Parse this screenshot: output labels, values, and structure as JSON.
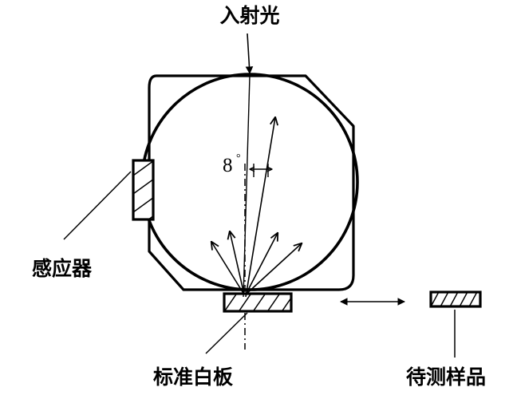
{
  "figure": {
    "title": "8-degree diffuse integrating sphere measurement schematic",
    "background_color": "#ffffff",
    "line_color": "#000000"
  },
  "labels": {
    "incident_light": "入射光",
    "sensor": "感应器",
    "white_standard": "标准白板",
    "test_sample": "待测样品",
    "angle_value": "8",
    "angle_degree_symbol": "°"
  },
  "components": {
    "housing": {
      "name": "integrating-sphere-housing",
      "shape": "octagonal-rounded-box"
    },
    "sphere": {
      "name": "integrating-sphere",
      "shape": "circle"
    },
    "sensor_block": {
      "name": "sensor-block",
      "fill": "hatched",
      "position": "left"
    },
    "white_plate": {
      "name": "white-standard-plate",
      "fill": "hatched",
      "position": "bottom"
    },
    "sample_block": {
      "name": "test-sample-block",
      "fill": "hatched",
      "position": "right"
    }
  },
  "rays": {
    "incident": {
      "name": "incident-ray",
      "direction": "downward",
      "arrow": "down"
    },
    "specular": {
      "name": "specular-reflected-ray",
      "direction": "upward-right",
      "arrow": "up"
    },
    "diffuse_count": 4,
    "translation": {
      "name": "sample-translation-arrow",
      "type": "double-headed-horizontal"
    },
    "angle_marker": {
      "name": "angle-marker",
      "type": "double-headed-small"
    },
    "normal_axis": {
      "name": "optical-normal-axis",
      "style": "dash-dot"
    }
  }
}
